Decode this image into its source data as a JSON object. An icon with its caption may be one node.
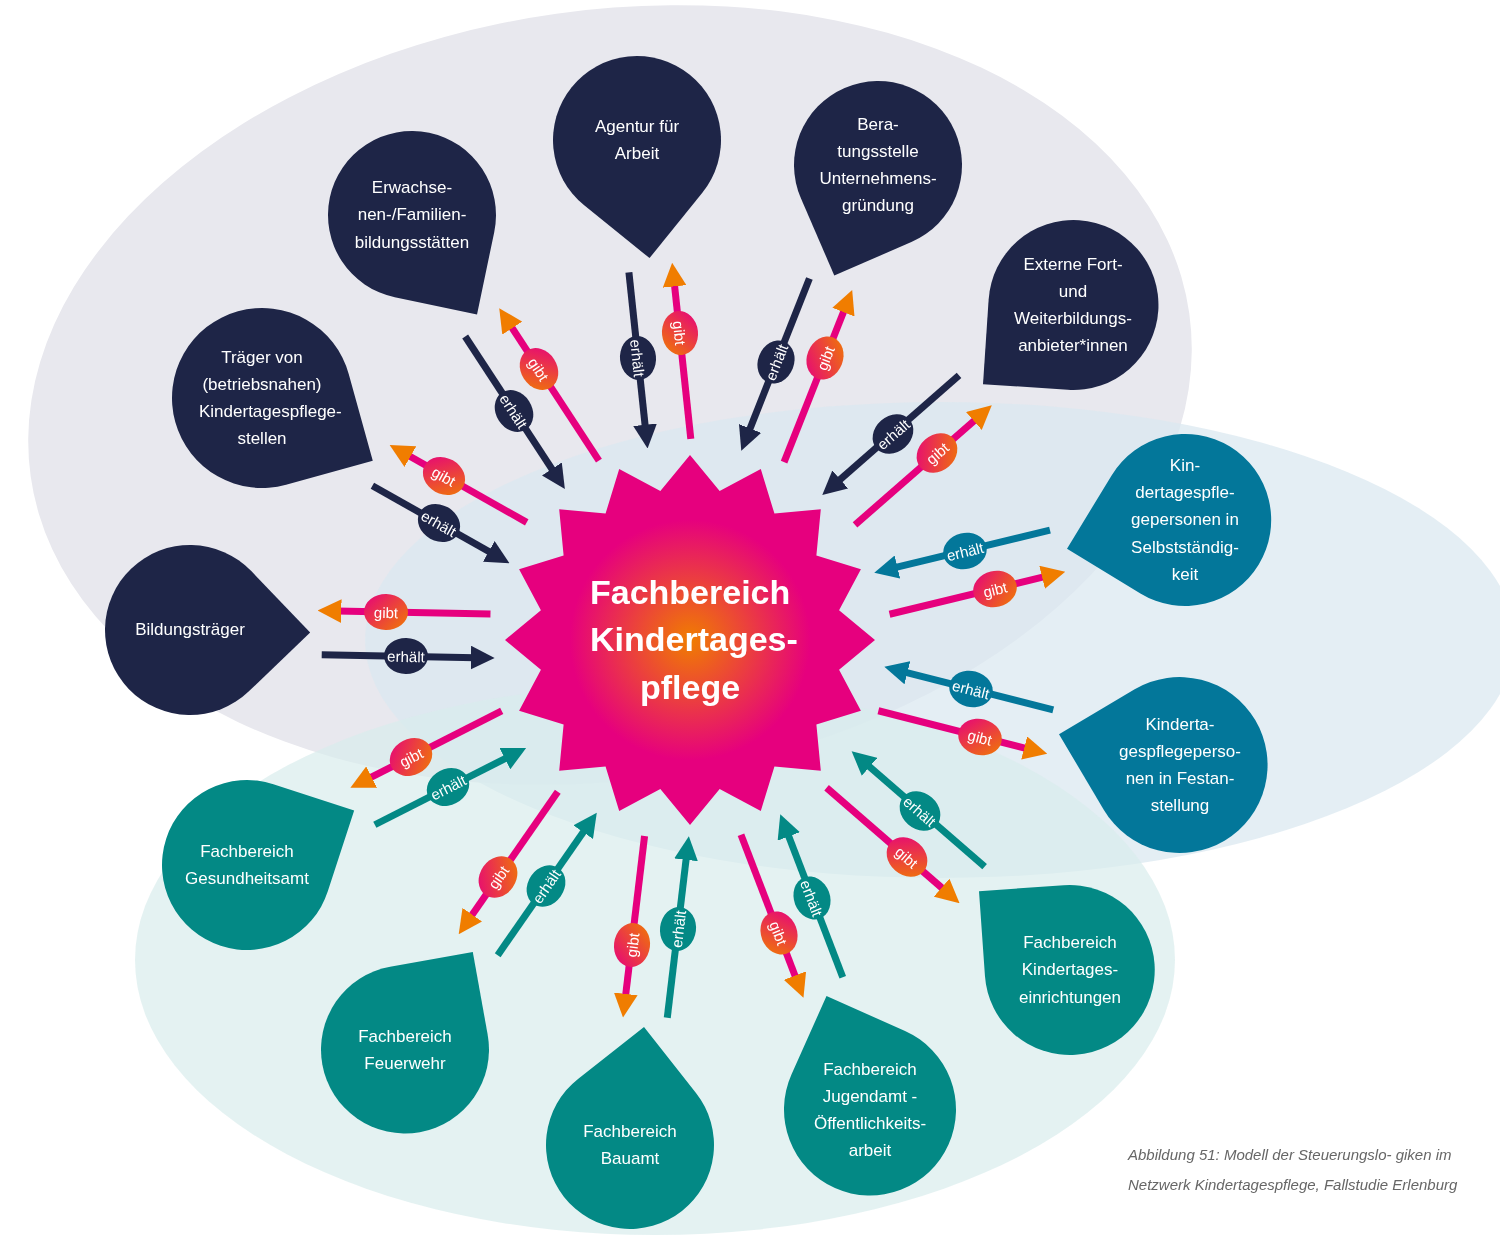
{
  "diagram": {
    "caption": "Abbildung 51: Modell der Steuerungslo- giken im Netzwerk Kindertagespflege, Fallstudie Erlenburg",
    "nodes": [
      {
        "text": [
          "Fachbereich Kindertages- pflege"
        ]
      },
      {
        "text": [
          "Agentur für Arbeit"
        ]
      },
      {
        "text": [
          "Erwachse- nen-/Familien- bildungsstätten"
        ]
      },
      {
        "text": [
          "Bera- tungsstelle Unternehmens- gründung"
        ]
      },
      {
        "text": [
          "Externe Fort- und Weiterbildungs- anbieter*innen"
        ]
      },
      {
        "text": [
          "Träger von (betriebsnahen) Kindertagespflege- stellen"
        ]
      },
      {
        "text": [
          "Kin- dertagespfle- gepersonen in Selbstständig- keit"
        ]
      },
      {
        "text": [
          "Bildungsträger"
        ]
      },
      {
        "text": [
          "Kinderta- gespflegeperso- nen in Festan- stellung"
        ]
      },
      {
        "text": [
          "Fachbereich Gesundheitsamt"
        ]
      },
      {
        "text": [
          "Fachbereich Kindertages- einrichtungen"
        ]
      },
      {
        "text": [
          "Fachbereich Feuerwehr"
        ]
      },
      {
        "text": [
          "Fachbereich Jugendamt - Öffentlichkeits- arbeit"
        ]
      },
      {
        "text": [
          "Fachbereich Bauamt"
        ]
      }
    ],
    "edges": [
      {
        "from": 0,
        "to": 1,
        "arrow": "to",
        "label": "gibt"
      },
      {
        "from": 1,
        "to": 0,
        "arrow": "to",
        "label": "erhält",
        "color": "#1e2547"
      },
      {
        "from": 0,
        "to": 2,
        "arrow": "to",
        "label": "gibt"
      },
      {
        "from": 2,
        "to": 0,
        "arrow": "to",
        "label": "erhält",
        "color": "#1e2547"
      },
      {
        "from": 0,
        "to": 3,
        "arrow": "to",
        "label": "gibt"
      },
      {
        "from": 3,
        "to": 0,
        "arrow": "to",
        "label": "erhält",
        "color": "#1e2547"
      },
      {
        "from": 0,
        "to": 4,
        "arrow": "to",
        "label": "gibt"
      },
      {
        "from": 4,
        "to": 0,
        "arrow": "to",
        "label": "erhält",
        "color": "#1e2547"
      },
      {
        "from": 0,
        "to": 5,
        "arrow": "to",
        "label": "gibt"
      },
      {
        "from": 5,
        "to": 0,
        "arrow": "to",
        "label": "erhält",
        "color": "#1e2547"
      },
      {
        "from": 0,
        "to": 6,
        "arrow": "to",
        "label": "gibt"
      },
      {
        "from": 6,
        "to": 0,
        "arrow": "to",
        "label": "erhält",
        "color": "#03779a"
      },
      {
        "from": 0,
        "to": 7,
        "arrow": "to",
        "label": "gibt"
      },
      {
        "from": 7,
        "to": 0,
        "arrow": "to",
        "label": "erhält",
        "color": "#1e2547"
      },
      {
        "from": 0,
        "to": 8,
        "arrow": "to",
        "label": "gibt"
      },
      {
        "from": 8,
        "to": 0,
        "arrow": "to",
        "label": "erhält",
        "color": "#03779a"
      },
      {
        "from": 0,
        "to": 9,
        "arrow": "to",
        "label": "gibt"
      },
      {
        "from": 9,
        "to": 0,
        "arrow": "to",
        "label": "erhält",
        "color": "#038985"
      },
      {
        "from": 0,
        "to": 10,
        "arrow": "to",
        "label": "gibt"
      },
      {
        "from": 10,
        "to": 0,
        "arrow": "to",
        "label": "erhält",
        "color": "#038985"
      },
      {
        "from": 0,
        "to": 11,
        "arrow": "to",
        "label": "gibt"
      },
      {
        "from": 11,
        "to": 0,
        "arrow": "to",
        "label": "erhält",
        "color": "#038985"
      },
      {
        "from": 0,
        "to": 12,
        "arrow": "to",
        "label": "gibt"
      },
      {
        "from": 12,
        "to": 0,
        "arrow": "to",
        "label": "erhält",
        "color": "#038985"
      },
      {
        "from": 0,
        "to": 13,
        "arrow": "to",
        "label": "gibt"
      },
      {
        "from": 13,
        "to": 0,
        "arrow": "to",
        "label": "erhält",
        "color": "#038985"
      }
    ]
  }
}
